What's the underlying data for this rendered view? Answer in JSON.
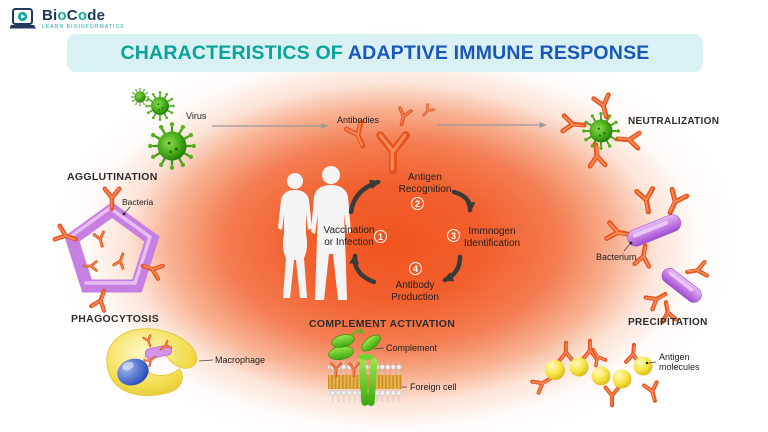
{
  "logo": {
    "segments": [
      "Bi",
      "o",
      "C",
      "o",
      "de"
    ],
    "tagline": "LEARN BIOINFORMATICS"
  },
  "title": {
    "part1": "CHARACTERISTICS OF",
    "part2": "ADAPTIVE IMMUNE RESPONSE"
  },
  "flow": {
    "virus": "Virus",
    "antibodies": "Antibodies",
    "neutralization": "NEUTRALIZATION"
  },
  "agglutination": {
    "title": "AGGLUTINATION",
    "bacteria": "Bacteria"
  },
  "phagocytosis": {
    "title": "PHAGOCYTOSIS",
    "macrophage": "Macrophage"
  },
  "complement": {
    "title": "COMPLEMENT ACTIVATION",
    "complement": "Complement",
    "foreign_cell": "Foreign cell"
  },
  "precipitation": {
    "title": "PRECIPITATION",
    "antigen_molecules": "Antigen molecules"
  },
  "bacterium_label": "Bacterium",
  "cycle": {
    "step1": {
      "num": "1",
      "line1": "Vaccination",
      "line2": "or Infection"
    },
    "step2": {
      "num": "2",
      "line1": "Antigen",
      "line2": "Recognition"
    },
    "step3": {
      "num": "3",
      "line1": "Immnogen",
      "line2": "Identification"
    },
    "step4": {
      "num": "4",
      "line1": "Antibody",
      "line2": "Production"
    }
  },
  "colors": {
    "teal": "#0aa39a",
    "blue": "#1a57b8",
    "banner_bg": "#d9f1f2",
    "navy": "#21395c",
    "orange_core": "#f1541f",
    "virus_green": "#4aaf1c",
    "antibody_orange": "#e6531f",
    "bacteria_purple": "#c87fe2",
    "macrophage_yellow": "#f3de52",
    "nucleus_blue": "#2447b8",
    "complement_green": "#57c91e",
    "antigen_yellow": "#f6e23c"
  }
}
